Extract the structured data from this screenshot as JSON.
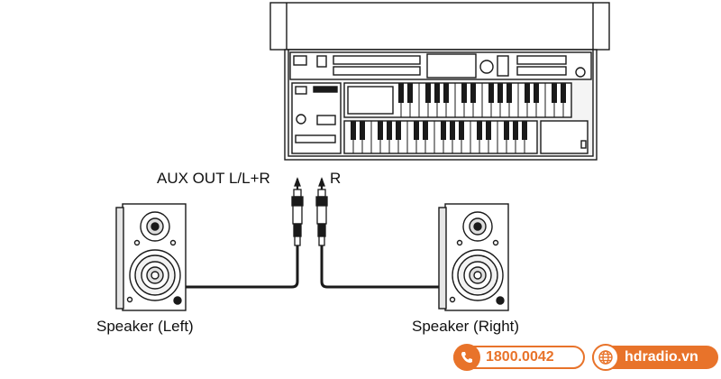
{
  "labels": {
    "aux_out_left": "AUX OUT L/L+R",
    "aux_out_right": "R",
    "speaker_left": "Speaker (Left)",
    "speaker_right": "Speaker (Right)"
  },
  "contact": {
    "phone": "1800.0042",
    "website": "hdradio.vn",
    "phone_icon": "phone-icon",
    "web_icon": "globe-icon"
  },
  "colors": {
    "accent": "#e8732a",
    "line": "#1a1a1a",
    "fill": "#eeeeee"
  }
}
